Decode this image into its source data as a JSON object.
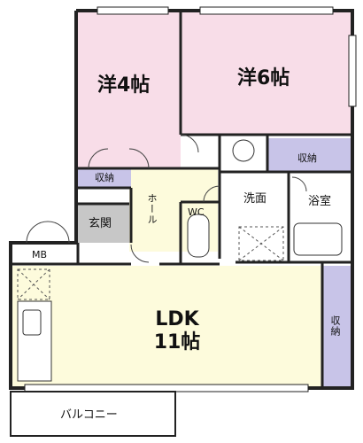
{
  "plan": {
    "rooms": {
      "western_small": "洋4帖",
      "western_large": "洋6帖",
      "ldk_name": "LDK",
      "ldk_size": "11帖",
      "entrance": "玄関",
      "hall": "ホール",
      "wc": "WC",
      "washroom": "洗面",
      "bathroom": "浴室",
      "mb": "MB",
      "balcony": "バルコニー"
    },
    "storage": {
      "western_small": "収納",
      "western_large": "収納",
      "ldk": "収納"
    },
    "colors": {
      "western_rooms": "#f8dde8",
      "ldk": "#fdfbdc",
      "storage": "#c8c4e8",
      "entrance": "#c7c7c7",
      "wall": "#222222",
      "wet_area": "#ffffff"
    }
  }
}
